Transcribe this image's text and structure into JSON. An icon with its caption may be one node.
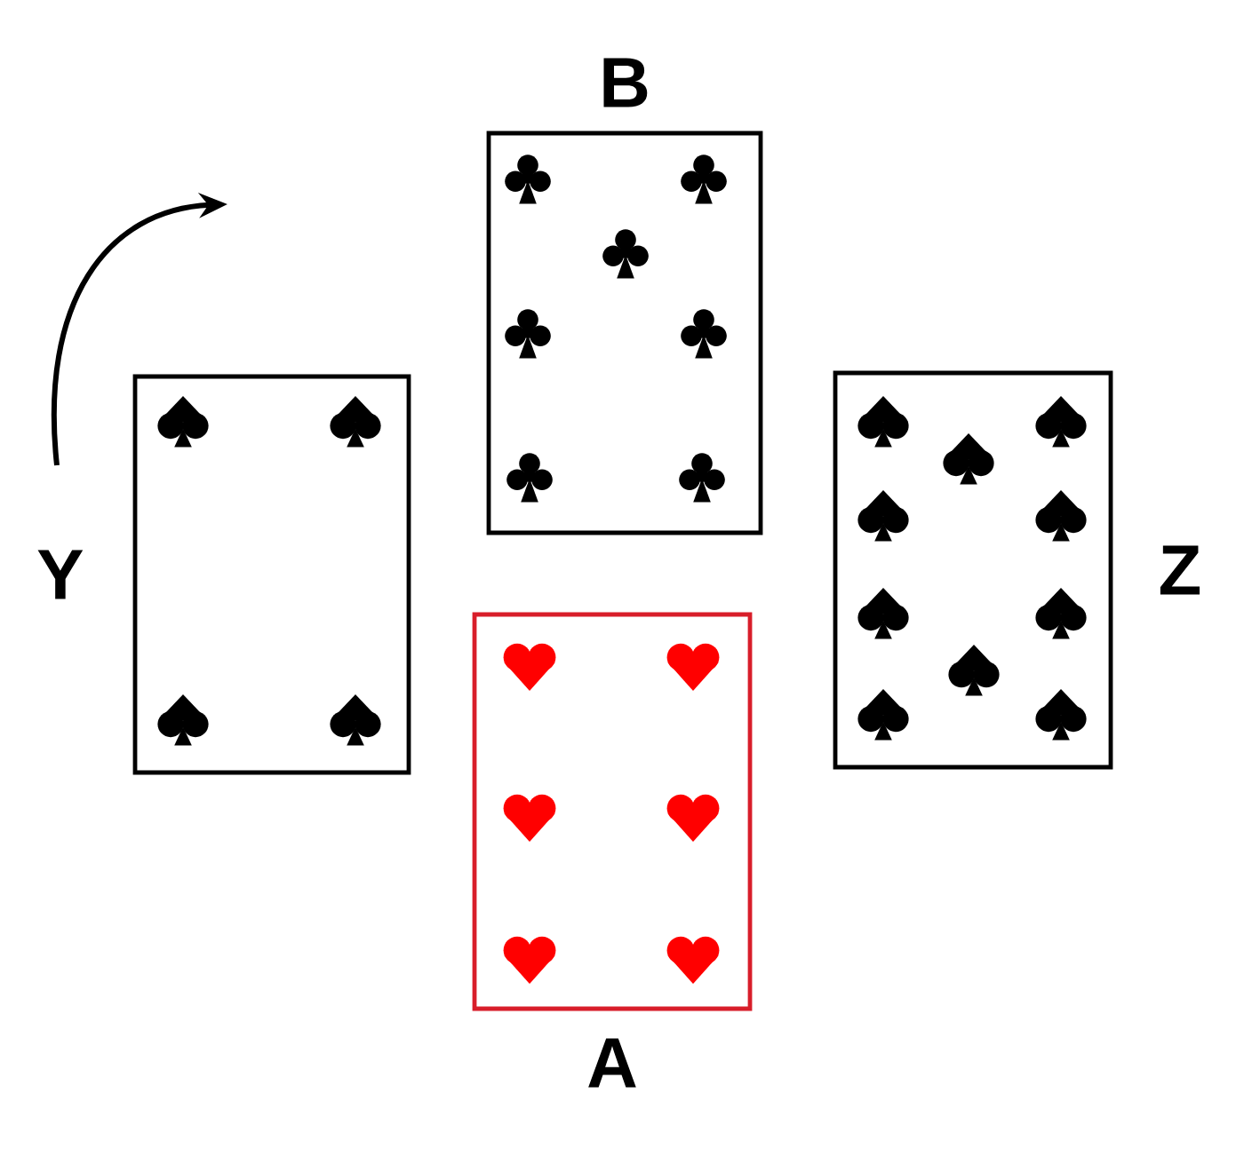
{
  "diagram": {
    "nodes": [
      {
        "text": [
          "B"
        ]
      },
      {
        "text": [
          "Y"
        ]
      },
      {
        "text": [
          "Z"
        ]
      },
      {
        "text": [
          "A"
        ]
      }
    ]
  }
}
